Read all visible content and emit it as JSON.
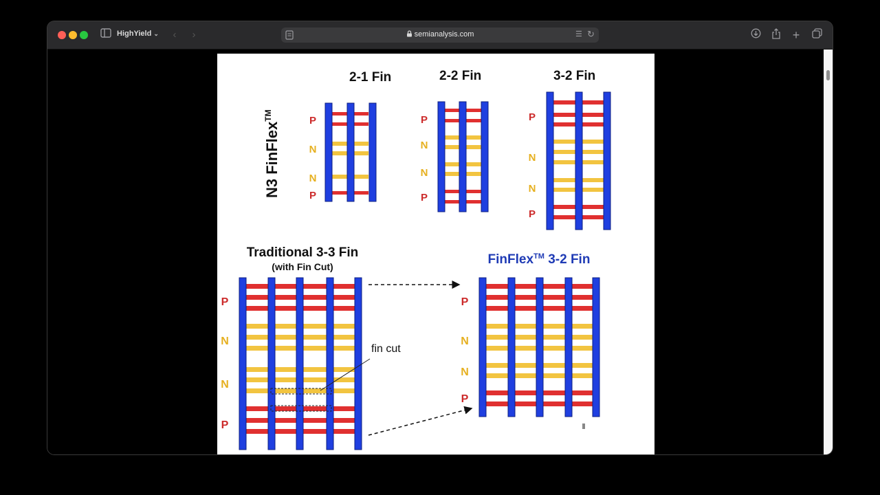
{
  "browser": {
    "tab_group": "HighYield",
    "url": "semianalysis.com"
  },
  "figure": {
    "vertical_label": "N3 FinFlex",
    "vertical_label_sup": "TM",
    "top": [
      {
        "title": "2-1 Fin",
        "labels": [
          "P",
          "N",
          "N",
          "P"
        ]
      },
      {
        "title": "2-2 Fin",
        "labels": [
          "P",
          "N",
          "N",
          "P"
        ]
      },
      {
        "title": "3-2 Fin",
        "labels": [
          "P",
          "N",
          "N",
          "P"
        ]
      }
    ],
    "bottom_left": {
      "title": "Traditional 3-3 Fin",
      "subtitle": "(with Fin Cut)",
      "labels": [
        "P",
        "N",
        "N",
        "P"
      ],
      "annotation": "fin cut"
    },
    "bottom_right": {
      "title": "FinFlex",
      "title_sup": "TM",
      "title_suffix": " 3-2 Fin",
      "labels": [
        "P",
        "N",
        "N",
        "P"
      ]
    },
    "colors": {
      "gate": "#1f3fe0",
      "p_fin": "#e03030",
      "n_fin": "#f2c440",
      "label_p": "#cc2a2a",
      "label_n": "#e6b020",
      "title_blue": "#1f3bb5"
    }
  }
}
